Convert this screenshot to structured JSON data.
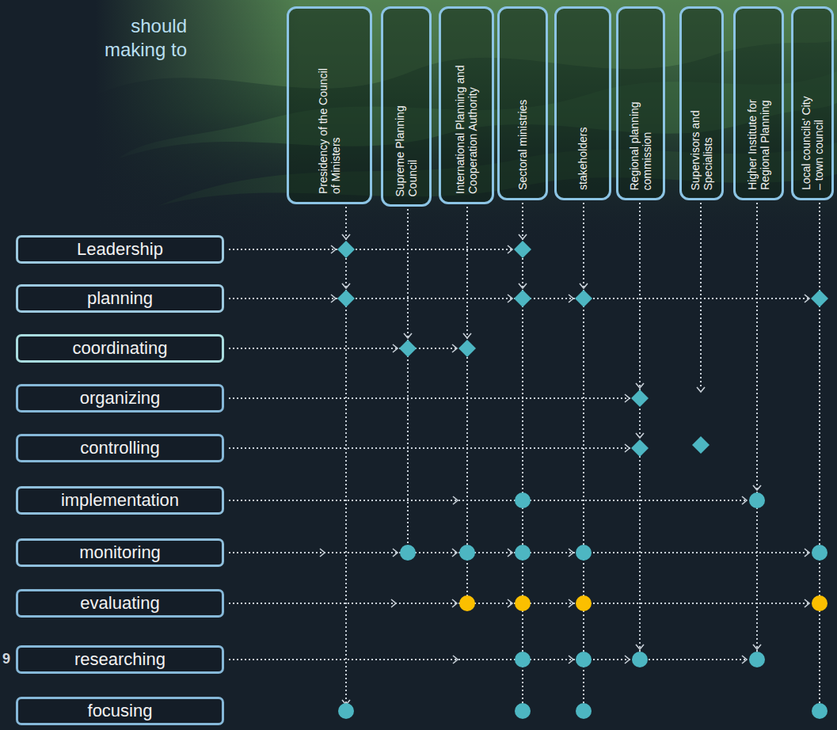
{
  "diagram": {
    "title": "should making to",
    "nodes": [
      {
        "text": [
          "Presidency of the Council of Ministers"
        ]
      },
      {
        "text": [
          "Supreme Planning Council"
        ]
      },
      {
        "text": [
          "International Planning and Cooperation Authority"
        ]
      },
      {
        "text": [
          "Sectoral ministries"
        ]
      },
      {
        "text": [
          "stakeholders"
        ]
      },
      {
        "text": [
          "Regional planning commission"
        ]
      },
      {
        "text": [
          "Supervisors and Specialists"
        ]
      },
      {
        "text": [
          "Higher Institute for Regional Planning"
        ]
      },
      {
        "text": [
          "Local councils' City – town council"
        ]
      },
      {
        "text": [
          "Leadership"
        ]
      },
      {
        "text": [
          "planning"
        ]
      },
      {
        "text": [
          "coordinating"
        ]
      },
      {
        "text": [
          "organizing"
        ]
      },
      {
        "text": [
          "controlling"
        ]
      },
      {
        "text": [
          "implementation"
        ]
      },
      {
        "text": [
          "monitoring"
        ]
      },
      {
        "text": [
          "evaluating"
        ]
      },
      {
        "text": [
          "researching"
        ]
      },
      {
        "text": [
          "focusing"
        ]
      }
    ],
    "labels": [
      "9"
    ]
  }
}
